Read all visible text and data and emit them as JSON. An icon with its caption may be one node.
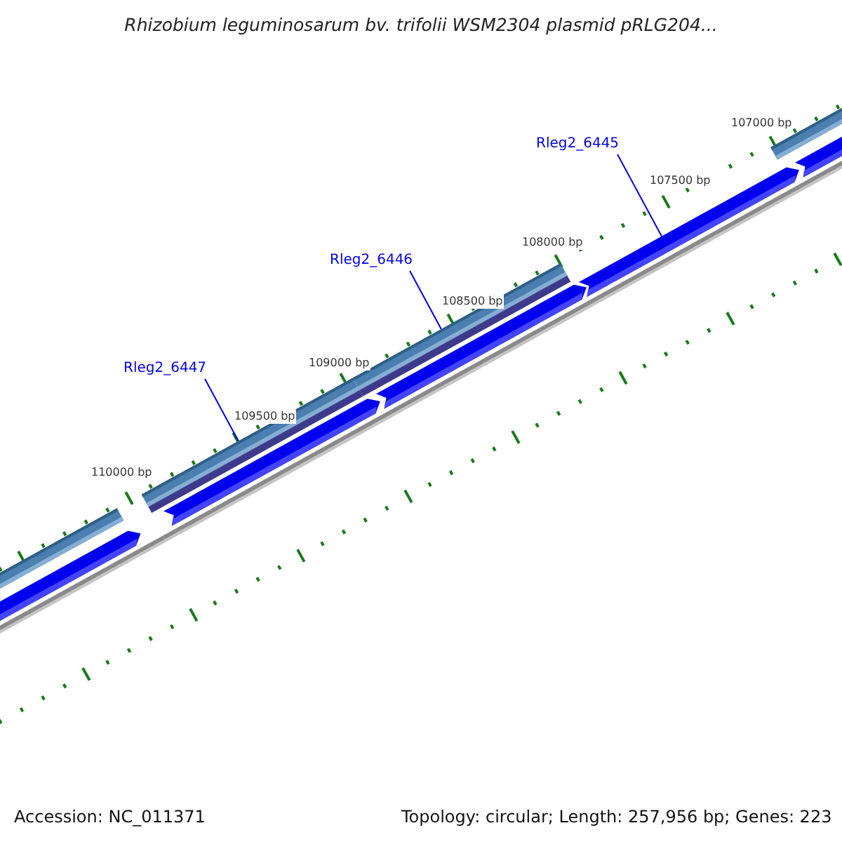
{
  "diagram": {
    "title": "Rhizobium leguminosarum bv. trifolii WSM2304 plasmid pRLG204...",
    "nodes": [
      {
        "text": [
          "Rleg2_6445"
        ]
      },
      {
        "text": [
          "Rleg2_6446"
        ]
      },
      {
        "text": [
          "Rleg2_6447"
        ]
      },
      {
        "text": [],
        "shape": "bar"
      },
      {
        "text": [],
        "shape": "bar"
      },
      {
        "text": [],
        "shape": "bar"
      }
    ],
    "edges": [
      {
        "from": 0,
        "to": 3,
        "arrow": "none"
      },
      {
        "from": 1,
        "to": 4,
        "arrow": "none"
      },
      {
        "from": 2,
        "to": 5,
        "arrow": "none"
      }
    ],
    "labels": [
      "107000 bp",
      "107500 bp",
      "108000 bp",
      "108500 bp",
      "109000 bp",
      "109500 bp",
      "110000 bp",
      "Accession: NC_011371",
      "Topology: circular; Length: 257,956 bp; Genes: 223"
    ]
  }
}
